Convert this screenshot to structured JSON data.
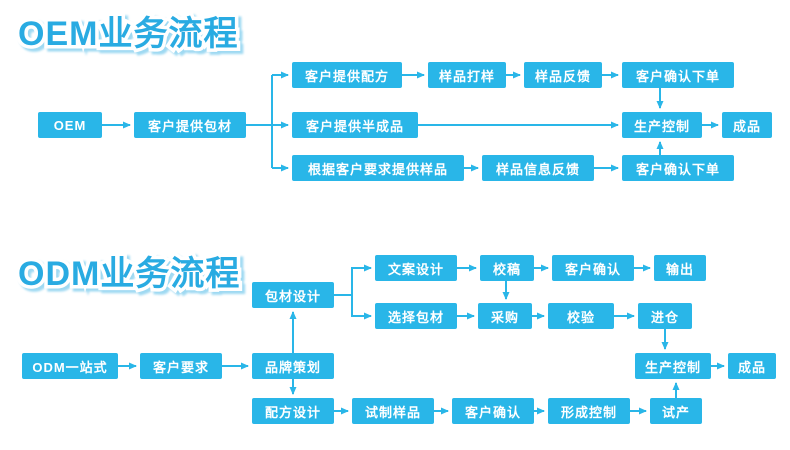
{
  "colors": {
    "accent": "#29b6e8",
    "title": "#29abe2",
    "box_text": "#ffffff",
    "background": "#ffffff"
  },
  "oem_section": {
    "title": "OEM业务流程",
    "nodes": {
      "start": "OEM",
      "packaging": "客户提供包材",
      "formula": "客户提供配方",
      "sample_proof": "样品打样",
      "sample_feedback": "样品反馈",
      "confirm_order_top": "客户确认下单",
      "semi_finished": "客户提供半成品",
      "production_control": "生产控制",
      "finished_product": "成品",
      "sample_request": "根据客户要求提供样品",
      "sample_info_feedback": "样品信息反馈",
      "confirm_order_bottom": "客户确认下单"
    }
  },
  "odm_section": {
    "title": "ODM业务流程",
    "nodes": {
      "start": "ODM一站式",
      "customer_requirement": "客户要求",
      "brand_planning": "品牌策划",
      "package_design": "包材设计",
      "copy_design": "文案设计",
      "proofread": "校稿",
      "customer_confirm_copy": "客户确认",
      "output": "输出",
      "select_package": "选择包材",
      "purchase": "采购",
      "verify": "校验",
      "warehouse": "进仓",
      "formula_design": "配方设计",
      "trial_sample": "试制样品",
      "customer_confirm_formula": "客户确认",
      "form_control": "形成控制",
      "trial_production": "试产",
      "production_control": "生产控制",
      "finished_product": "成品"
    }
  }
}
